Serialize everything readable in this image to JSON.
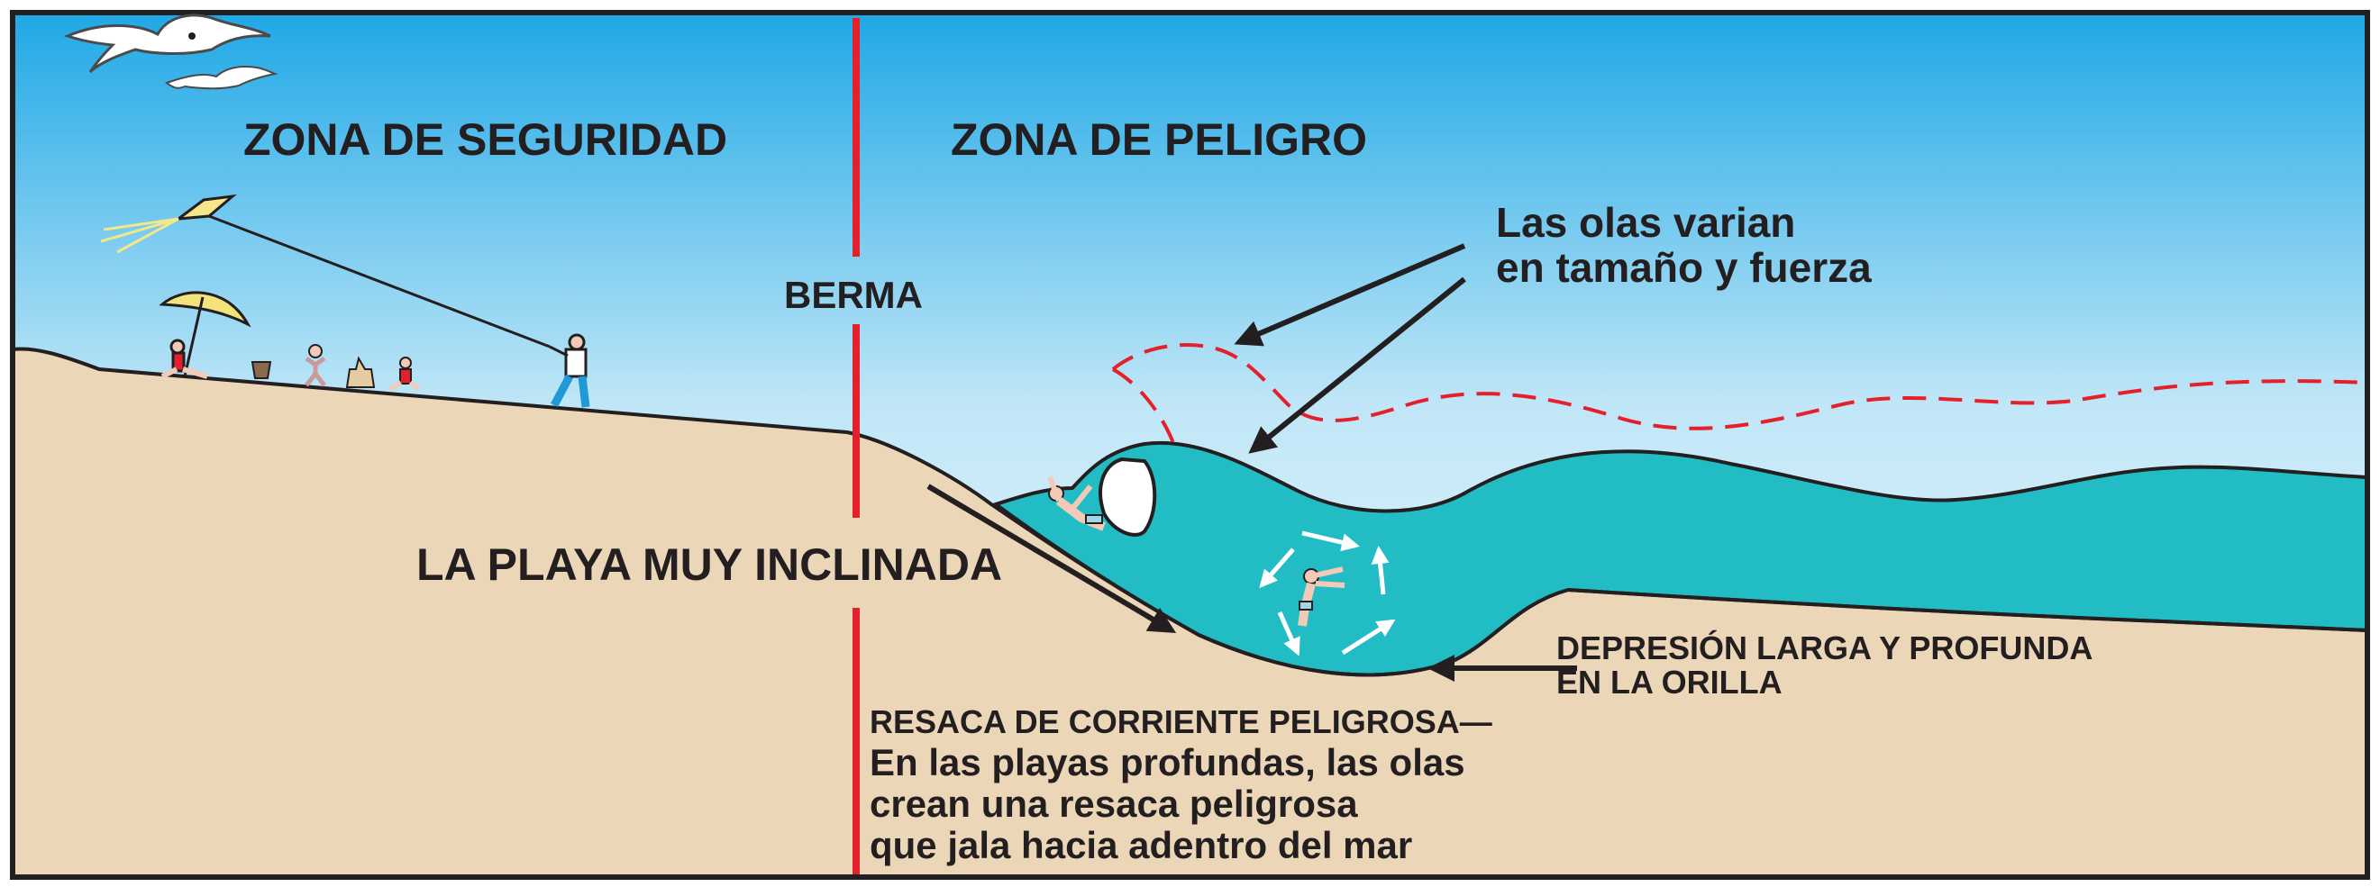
{
  "labels": {
    "safe_zone": "ZONA DE SEGURIDAD",
    "danger_zone": "ZONA DE PELIGRO",
    "berm": "BERMA",
    "steep_beach": "LA PLAYA MUY INCLINADA",
    "waves_vary_line1": "Las olas varian",
    "waves_vary_line2": "en tamaño y fuerza",
    "depression_line1": "DEPRESIÓN LARGA Y PROFUNDA",
    "depression_line2": "EN LA ORILLA",
    "rip_heading": "RESACA DE CORRIENTE PELIGROSA—",
    "rip_line1": "En las playas profundas, las olas",
    "rip_line2": "crean una resaca peligrosa",
    "rip_line3": "que jala hacia adentro del mar"
  },
  "colors": {
    "sky_top": "#1fa8e6",
    "sky_bottom": "#ffffff",
    "sand": "#ecd6b8",
    "water": "#22bdc4",
    "berm_line": "#e3202b",
    "outline": "#231f20",
    "kite": "#f6e68a",
    "umbrella": "#f2e37a"
  },
  "icons": [
    "seagull-icon",
    "kite-icon",
    "beach-umbrella-icon",
    "swimmer-icon",
    "rip-current-arrows-icon"
  ]
}
